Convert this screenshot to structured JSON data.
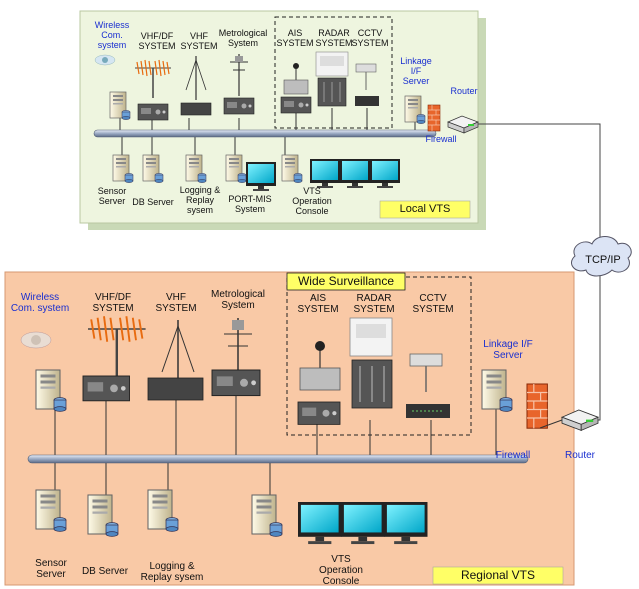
{
  "local": {
    "wireless": "Wireless\nCom.\nsystem",
    "vhfdf": "VHF/DF\nSYSTEM",
    "vhf": "VHF\nSYSTEM",
    "metro": "Metrological\nSystem",
    "ais": "AIS\nSYSTEM",
    "radar": "RADAR\nSYSTEM",
    "cctv": "CCTV\nSYSTEM",
    "linkage": "Linkage\nI/F\nServer",
    "router": "Router",
    "firewall": "Firewall",
    "sensor": "Sensor\nServer",
    "db": "DB Server",
    "logging": "Logging &\nReplay\nsysem",
    "portmis": "PORT-MIS\nSystem",
    "console": "VTS\nOperation\nConsole",
    "title": "Local VTS"
  },
  "cloud": "TCP/IP",
  "regional": {
    "wide": "Wide Surveillance",
    "wireless": "Wireless\nCom. system",
    "vhfdf": "VHF/DF\nSYSTEM",
    "vhf": "VHF\nSYSTEM",
    "metro": "Metrological\nSystem",
    "ais": "AIS\nSYSTEM",
    "radar": "RADAR\nSYSTEM",
    "cctv": "CCTV\nSYSTEM",
    "linkage": "Linkage I/F\nServer",
    "firewall": "Firewall",
    "router": "Router",
    "sensor": "Sensor\nServer",
    "db": "DB Server",
    "logging": "Logging &\nReplay sysem",
    "console": "VTS\nOperation\nConsole",
    "title": "Regional VTS"
  },
  "colors": {
    "local_bg": "#eef5df",
    "regional_bg": "#f9c9a6",
    "tag_bg": "#ffff66",
    "label_blue": "#1a2fd0",
    "bus": "#a9b7cf"
  }
}
